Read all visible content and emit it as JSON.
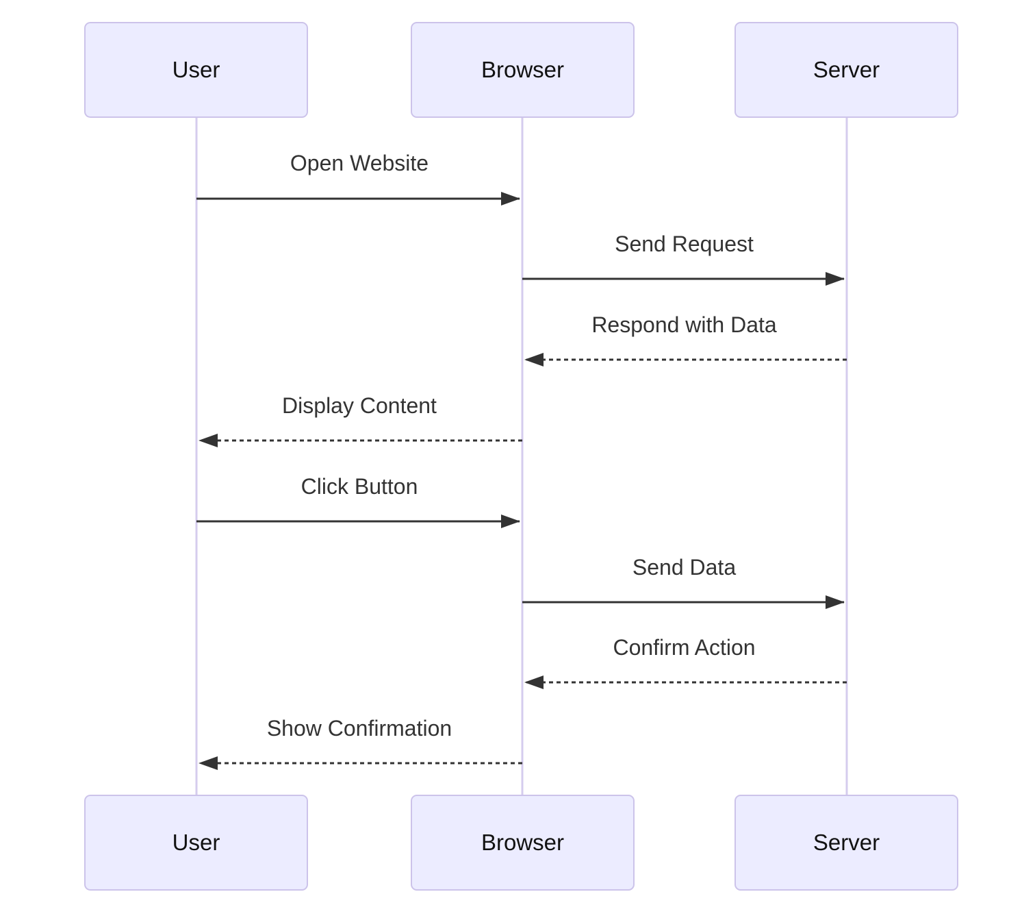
{
  "diagram": {
    "type": "sequence-diagram",
    "actors": [
      {
        "id": "user",
        "label": "User"
      },
      {
        "id": "browser",
        "label": "Browser"
      },
      {
        "id": "server",
        "label": "Server"
      }
    ],
    "messages": [
      {
        "from": "User",
        "to": "Browser",
        "label": "Open Website",
        "line": "solid",
        "direction": "right"
      },
      {
        "from": "Browser",
        "to": "Server",
        "label": "Send Request",
        "line": "solid",
        "direction": "right"
      },
      {
        "from": "Server",
        "to": "Browser",
        "label": "Respond with Data",
        "line": "dashed",
        "direction": "left"
      },
      {
        "from": "Browser",
        "to": "User",
        "label": "Display Content",
        "line": "dashed",
        "direction": "left"
      },
      {
        "from": "User",
        "to": "Browser",
        "label": "Click Button",
        "line": "solid",
        "direction": "right"
      },
      {
        "from": "Browser",
        "to": "Server",
        "label": "Send Data",
        "line": "solid",
        "direction": "right"
      },
      {
        "from": "Server",
        "to": "Browser",
        "label": "Confirm Action",
        "line": "dashed",
        "direction": "left"
      },
      {
        "from": "Browser",
        "to": "User",
        "label": "Show Confirmation",
        "line": "dashed",
        "direction": "left"
      }
    ],
    "colors": {
      "actor_fill": "#ECECFF",
      "actor_border": "#CCC3EA",
      "lifeline": "#D5CCEE",
      "arrow": "#333333",
      "message_text": "#333333",
      "actor_text": "#111111",
      "background": "#FFFFFF"
    }
  }
}
